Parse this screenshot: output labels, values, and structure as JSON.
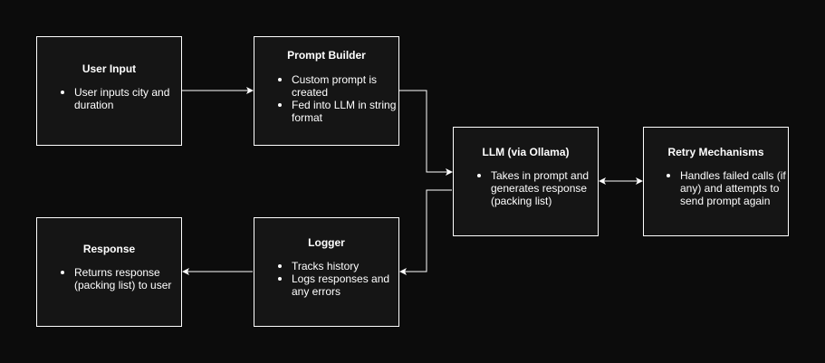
{
  "colors": {
    "background": "#0c0c0c",
    "node_fill": "#151515",
    "stroke": "#ffffff",
    "text": "#ffffff"
  },
  "nodes": {
    "user_input": {
      "title": "User Input",
      "bullets": [
        "User inputs city and duration"
      ]
    },
    "prompt_builder": {
      "title": "Prompt Builder",
      "bullets": [
        "Custom prompt is created",
        "Fed into LLM in string format"
      ]
    },
    "llm": {
      "title": "LLM (via Ollama)",
      "bullets": [
        "Takes in prompt and generates response (packing list)"
      ]
    },
    "retry": {
      "title": "Retry Mechanisms",
      "bullets": [
        "Handles failed calls (if any) and attempts to send prompt again"
      ]
    },
    "logger": {
      "title": "Logger",
      "bullets": [
        "Tracks history",
        "Logs responses and any errors"
      ]
    },
    "response": {
      "title": "Response",
      "bullets": [
        "Returns response (packing list) to user"
      ]
    }
  },
  "edges": [
    {
      "from": "user_input",
      "to": "prompt_builder",
      "style": "arrow"
    },
    {
      "from": "prompt_builder",
      "to": "llm",
      "style": "arrow"
    },
    {
      "from": "llm",
      "to": "retry",
      "style": "bidirectional"
    },
    {
      "from": "llm",
      "to": "logger",
      "style": "arrow"
    },
    {
      "from": "logger",
      "to": "response",
      "style": "arrow"
    }
  ]
}
